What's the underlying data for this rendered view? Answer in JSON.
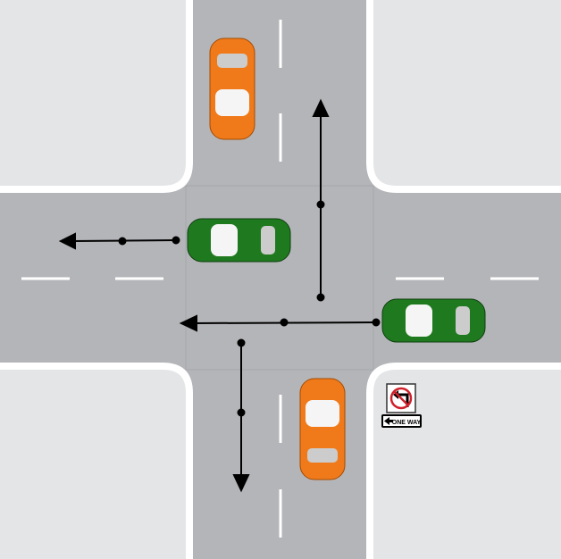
{
  "colors": {
    "road": "#b4b5b9",
    "sidewalk": "#e4e5e7",
    "curb": "#ffffff",
    "orange_car": "#f07a1a",
    "green_car": "#1f7a1f",
    "arrow": "#000000"
  },
  "signs": {
    "no_left_turn": "no-left-turn-icon",
    "one_way_label": "ONE WAY"
  },
  "cars": [
    {
      "color": "orange",
      "heading": "south",
      "position": "north-approach"
    },
    {
      "color": "green",
      "heading": "west",
      "position": "west-center"
    },
    {
      "color": "green",
      "heading": "west",
      "position": "east-approach"
    },
    {
      "color": "orange",
      "heading": "north",
      "position": "south-approach"
    }
  ]
}
